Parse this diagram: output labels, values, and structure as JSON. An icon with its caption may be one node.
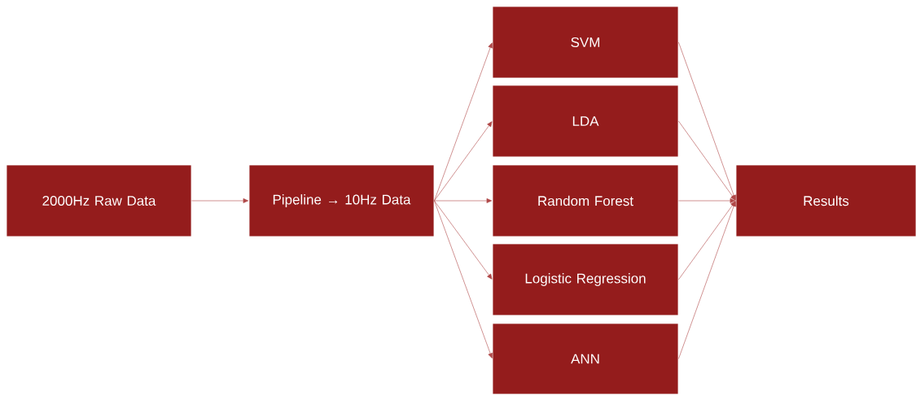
{
  "diagram": {
    "nodes": [
      {
        "text": [
          "2000Hz Raw Data"
        ]
      },
      {
        "text": [
          "Pipeline → 10Hz Data"
        ]
      },
      {
        "text": [
          "SVM"
        ]
      },
      {
        "text": [
          "LDA"
        ]
      },
      {
        "text": [
          "Random Forest"
        ]
      },
      {
        "text": [
          "Logistic Regression"
        ]
      },
      {
        "text": [
          "ANN"
        ]
      },
      {
        "text": [
          "Results"
        ]
      }
    ],
    "edges": [
      {
        "from": 0,
        "to": 1,
        "arrow": "to"
      },
      {
        "from": 1,
        "to": 2,
        "arrow": "to"
      },
      {
        "from": 1,
        "to": 3,
        "arrow": "to"
      },
      {
        "from": 1,
        "to": 4,
        "arrow": "to"
      },
      {
        "from": 1,
        "to": 5,
        "arrow": "to"
      },
      {
        "from": 1,
        "to": 6,
        "arrow": "to"
      },
      {
        "from": 2,
        "to": 7,
        "arrow": "to"
      },
      {
        "from": 3,
        "to": 7,
        "arrow": "to"
      },
      {
        "from": 4,
        "to": 7,
        "arrow": "to"
      },
      {
        "from": 5,
        "to": 7,
        "arrow": "to"
      },
      {
        "from": 6,
        "to": 7,
        "arrow": "to"
      }
    ]
  }
}
